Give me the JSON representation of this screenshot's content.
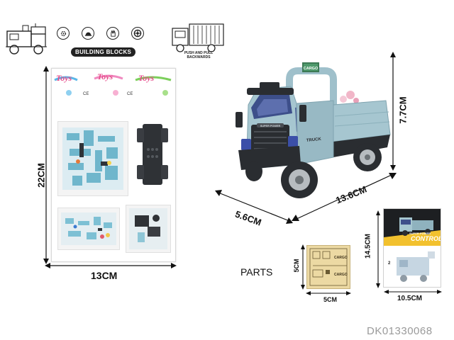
{
  "top_strip": {
    "icons": [
      "gear-icon",
      "helmet-icon",
      "glove-icon",
      "wheel-icon"
    ],
    "building_blocks_label": "BUILDING BLOCKS",
    "push_pull_label_line1": "PUSH AND PULL",
    "push_pull_label_line2": "BACKWARDS"
  },
  "package": {
    "banner_words": [
      "Toys",
      "Toys",
      "Toys"
    ],
    "height_label": "22CM",
    "width_label": "13CM"
  },
  "truck": {
    "cargo_sign": "CARGO",
    "grille_badge": "SUPER POWER",
    "door_text": "TRUCK",
    "height_label": "7.7CM",
    "length_label": "13.6CM",
    "width_label": "5.6CM"
  },
  "parts": {
    "title": "PARTS",
    "sticker_label_top": "CARGO",
    "sticker_label_bottom": "CARGO",
    "height_label": "5CM",
    "width_label": "5CM"
  },
  "manual": {
    "cover_line1": "SUPER POWER",
    "cover_line2": "CONTROL",
    "step_number": "2",
    "height_label": "14.5CM",
    "width_label": "10.5CM"
  },
  "product_code": "DK01330068",
  "colors": {
    "truck_blue": "#a6c6d0",
    "truck_dark": "#2a2d31",
    "sticker_tan": "#ecd9a3",
    "text_gray": "#9a9a9a"
  }
}
